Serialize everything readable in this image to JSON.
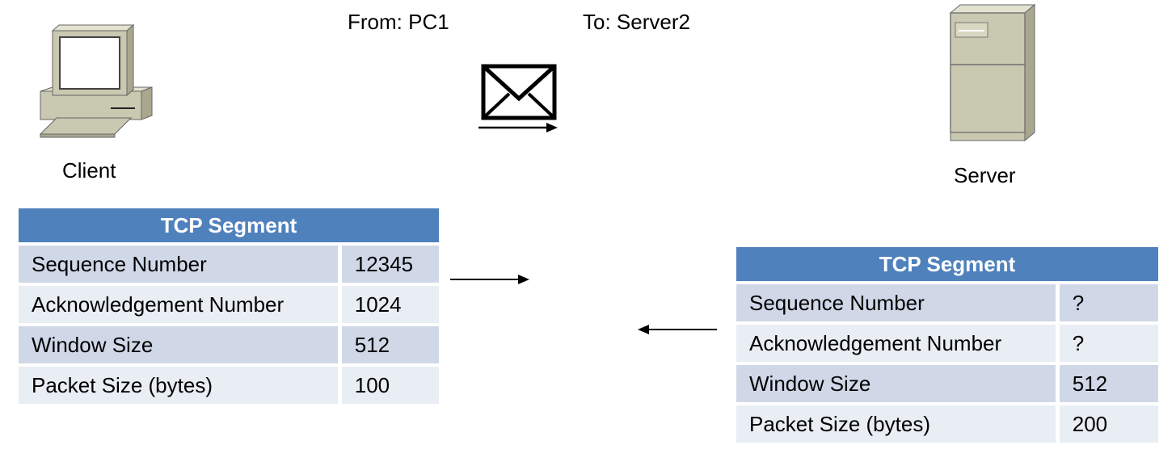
{
  "header": {
    "from_label": "From: PC1",
    "to_label": "To: Server2"
  },
  "client": {
    "label": "Client"
  },
  "server": {
    "label": "Server"
  },
  "client_segment": {
    "title": "TCP Segment",
    "rows": [
      {
        "field": "Sequence Number",
        "value": "12345"
      },
      {
        "field": "Acknowledgement Number",
        "value": "1024"
      },
      {
        "field": "Window Size",
        "value": "512"
      },
      {
        "field": "Packet Size (bytes)",
        "value": "100"
      }
    ]
  },
  "server_segment": {
    "title": "TCP Segment",
    "rows": [
      {
        "field": "Sequence Number",
        "value": "?"
      },
      {
        "field": "Acknowledgement Number",
        "value": "?"
      },
      {
        "field": "Window Size",
        "value": "512"
      },
      {
        "field": "Packet Size (bytes)",
        "value": "200"
      }
    ]
  },
  "icons": {
    "client": "desktop-computer-icon",
    "server": "server-tower-icon",
    "message": "envelope-icon"
  },
  "colors": {
    "header_blue": "#4f81bd",
    "row_dark": "#d0d8e8",
    "row_light": "#e9edf4",
    "device_beige": "#c9c8b0"
  }
}
